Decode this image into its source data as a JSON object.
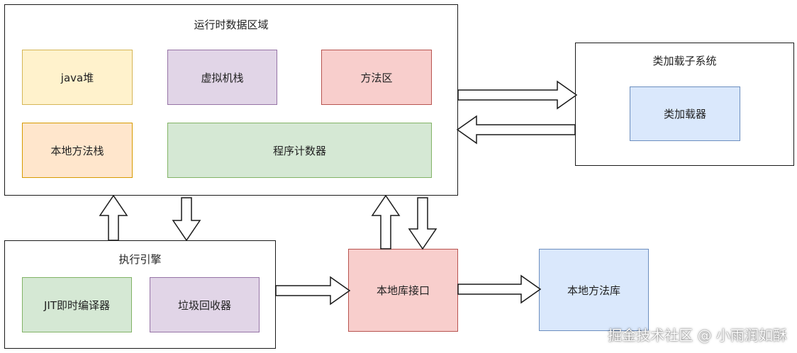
{
  "runtime_area": {
    "title": "运行时数据区域",
    "java_heap": "java堆",
    "vm_stack": "虚拟机栈",
    "method_area": "方法区",
    "native_method_stack": "本地方法栈",
    "program_counter": "程序计数器"
  },
  "class_loader_subsystem": {
    "title": "类加载子系统",
    "class_loader": "类加载器"
  },
  "execution_engine": {
    "title": "执行引擎",
    "jit_compiler": "JIT即时编译器",
    "garbage_collector": "垃圾回收器"
  },
  "native_interface": "本地库接口",
  "native_library": "本地方法库",
  "watermark": "掘金技术社区 @ 小雨润如酥",
  "colors": {
    "yellow_fill": "#fff2cc",
    "purple_fill": "#e1d5e7",
    "red_fill": "#f8cecc",
    "orange_fill": "#ffe6cc",
    "green_fill": "#d5e8d4",
    "blue_fill": "#dae8fc",
    "outline": "#1a1a1a"
  }
}
